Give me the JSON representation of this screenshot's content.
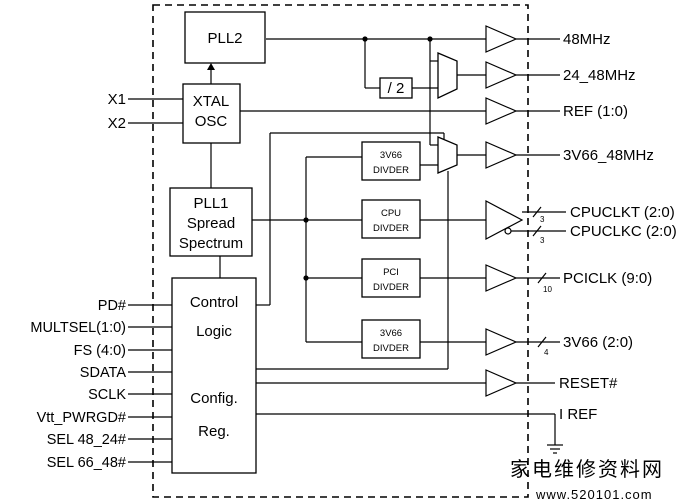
{
  "blocks": {
    "pll2": "PLL2",
    "xtal_line1": "XTAL",
    "xtal_line2": "OSC",
    "pll1_line1": "PLL1",
    "pll1_line2": "Spread",
    "pll1_line3": "Spectrum",
    "control_line1": "Control",
    "control_line2": "Logic",
    "config_line1": "Config.",
    "config_line2": "Reg.",
    "div2": "/ 2",
    "div_3v66a_line1": "3V66",
    "div_3v66a_line2": "DIVDER",
    "div_cpu_line1": "CPU",
    "div_cpu_line2": "DIVDER",
    "div_pci_line1": "PCI",
    "div_pci_line2": "DIVDER",
    "div_3v66b_line1": "3V66",
    "div_3v66b_line2": "DIVDER"
  },
  "inputs": {
    "x1": "X1",
    "x2": "X2",
    "pd": "PD#",
    "multsel": "MULTSEL(1:0)",
    "fs": "FS (4:0)",
    "sdata": "SDATA",
    "sclk": "SCLK",
    "vtt": "Vtt_PWRGD#",
    "sel48": "SEL 48_24#",
    "sel66": "SEL 66_48#"
  },
  "outputs": {
    "mhz48": "48MHz",
    "mhz24_48": "24_48MHz",
    "ref": "REF (1:0)",
    "v66_48": "3V66_48MHz",
    "cpuclkt": "CPUCLKT (2:0)",
    "cpuclkc": "CPUCLKC (2:0)",
    "pciclk": "PCICLK (9:0)",
    "v66": "3V66 (2:0)",
    "reset": "RESET#",
    "iref": "I REF"
  },
  "bus_widths": {
    "cpu_t": "3",
    "cpu_c": "3",
    "pci": "10",
    "v66": "4"
  },
  "watermark": {
    "cn": "家电维修资料网",
    "url": "www.520101.com"
  }
}
